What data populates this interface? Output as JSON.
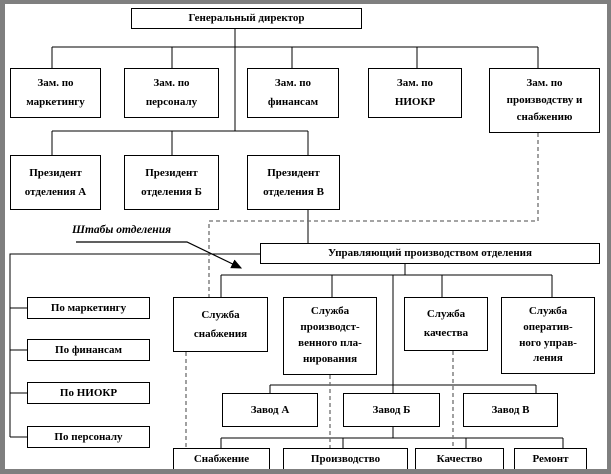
{
  "diagram": {
    "callout": "Штабы отделения",
    "nodes": {
      "gen_director": "Генеральный директор",
      "zam_marketing": "Зам. по\nмаркетингу",
      "zam_personnel": "Зам. по\nперсоналу",
      "zam_finance": "Зам. по\nфинансам",
      "zam_niokr": "Зам. по\nНИОКР",
      "zam_production": "Зам. по\nпроизводству и\nснабжению",
      "president_a": "Президент\nотделения А",
      "president_b": "Президент\nотделения Б",
      "president_v": "Президент\nотделения В",
      "division_manager": "Управляющий производством отделения",
      "staff_marketing": "По маркетингу",
      "staff_finance": "По финансам",
      "staff_niokr": "По НИОКР",
      "staff_personnel": "По персоналу",
      "service_supply": "Служба\nснабжения",
      "service_planning": "Служба\nпроизводст-\nвенного пла-\nнирования",
      "service_quality": "Служба\nкачества",
      "service_operations": "Служба\nоператив-\nного управ-\nления",
      "plant_a": "Завод А",
      "plant_b": "Завод Б",
      "plant_v": "Завод В",
      "unit_supply": "Снабжение",
      "unit_production": "Производство",
      "unit_quality": "Качество",
      "unit_repair": "Ремонт"
    },
    "colors": {
      "box_border": "#000000",
      "solid_line": "#000000",
      "dashed_line": "#6e6e6e",
      "frame": "#7f7f7f",
      "background": "#ffffff"
    }
  }
}
